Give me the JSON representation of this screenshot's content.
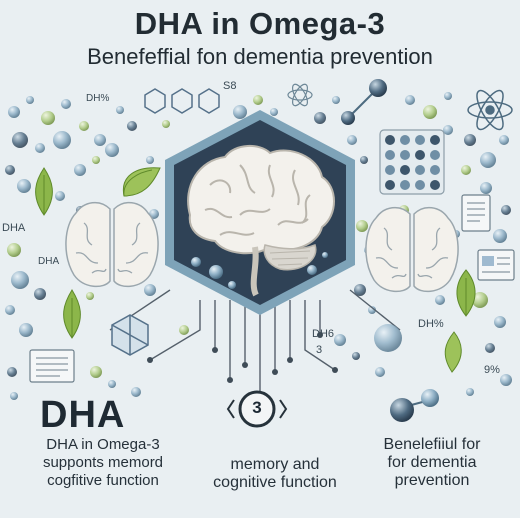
{
  "header": {
    "title": "DHA in Omega-3",
    "subtitle": "Benefeffial fon dementia prevention"
  },
  "labels": {
    "dha_big": "DHA",
    "left_caption": [
      "DHA in Omega-3",
      "supponts memord",
      "cogfitive function"
    ],
    "middle_caption": [
      "memory and",
      "cognitive function"
    ],
    "right_caption": [
      "Benelefiiul for",
      "for dementia",
      "prevention"
    ],
    "badge": "3",
    "small_dha_left": "DHA",
    "small_dha_left2": "DHA",
    "small_dh_top": "DH%",
    "small_s8": "S8",
    "small_dh_mid": "DH6",
    "small_3_mid": "3",
    "small_dh_right": "DH%",
    "small_pct_right": "9%"
  },
  "colors": {
    "background": "#e9eff2",
    "hexagon": "#2f4256",
    "hexagon_border": "#7ea3b8",
    "molecule": "#7fa3bd",
    "leaf": "#8cb64a",
    "brain": "#f3f1ec",
    "text": "#1f2a33"
  },
  "icons": [
    "brain-icon",
    "leaf-icon",
    "atom-icon",
    "molecule-icon",
    "document-icon",
    "grid-panel-icon",
    "hexagon-icon",
    "badge-icon"
  ]
}
